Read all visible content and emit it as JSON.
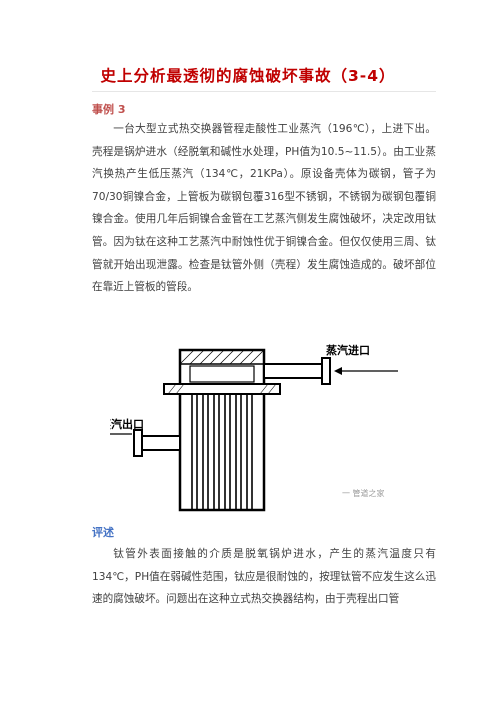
{
  "title": "史上分析最透彻的腐蚀破坏事故（3-4）",
  "case": {
    "heading": "事例 3",
    "paragraph": "一台大型立式热交换器管程走酸性工业蒸汽（196℃），上进下出。壳程是锅炉进水（经脱氧和碱性水处理，PH值为10.5~11.5）。由工业蒸汽换热产生低压蒸汽（134℃，21KPa）。原设备壳体为碳钢，管子为70/30铜镍合金，上管板为碳钢包覆316型不锈钢，不锈钢为碳钢包覆铜镍合金。使用几年后铜镍合金管在工艺蒸汽侧发生腐蚀破坏，决定改用钛管。因为钛在这种工艺蒸汽中耐蚀性优于铜镍合金。但仅仅使用三周、钛管就开始出现泄露。检查是钛管外侧（壳程）发生腐蚀造成的。破坏部位在靠近上管板的管段。"
  },
  "figure": {
    "inlet_label": "蒸汽进口",
    "outlet_label": "蒸汽出口",
    "watermark": "一 管道之家"
  },
  "review": {
    "heading": "评述",
    "paragraph": "钛管外表面接触的介质是脱氧锅炉进水，产生的蒸汽温度只有134℃，PH值在弱碱性范围，钛应是很耐蚀的，按理钛管不应发生这么迅速的腐蚀破坏。问题出在这种立式热交换器结构，由于壳程出口管"
  }
}
